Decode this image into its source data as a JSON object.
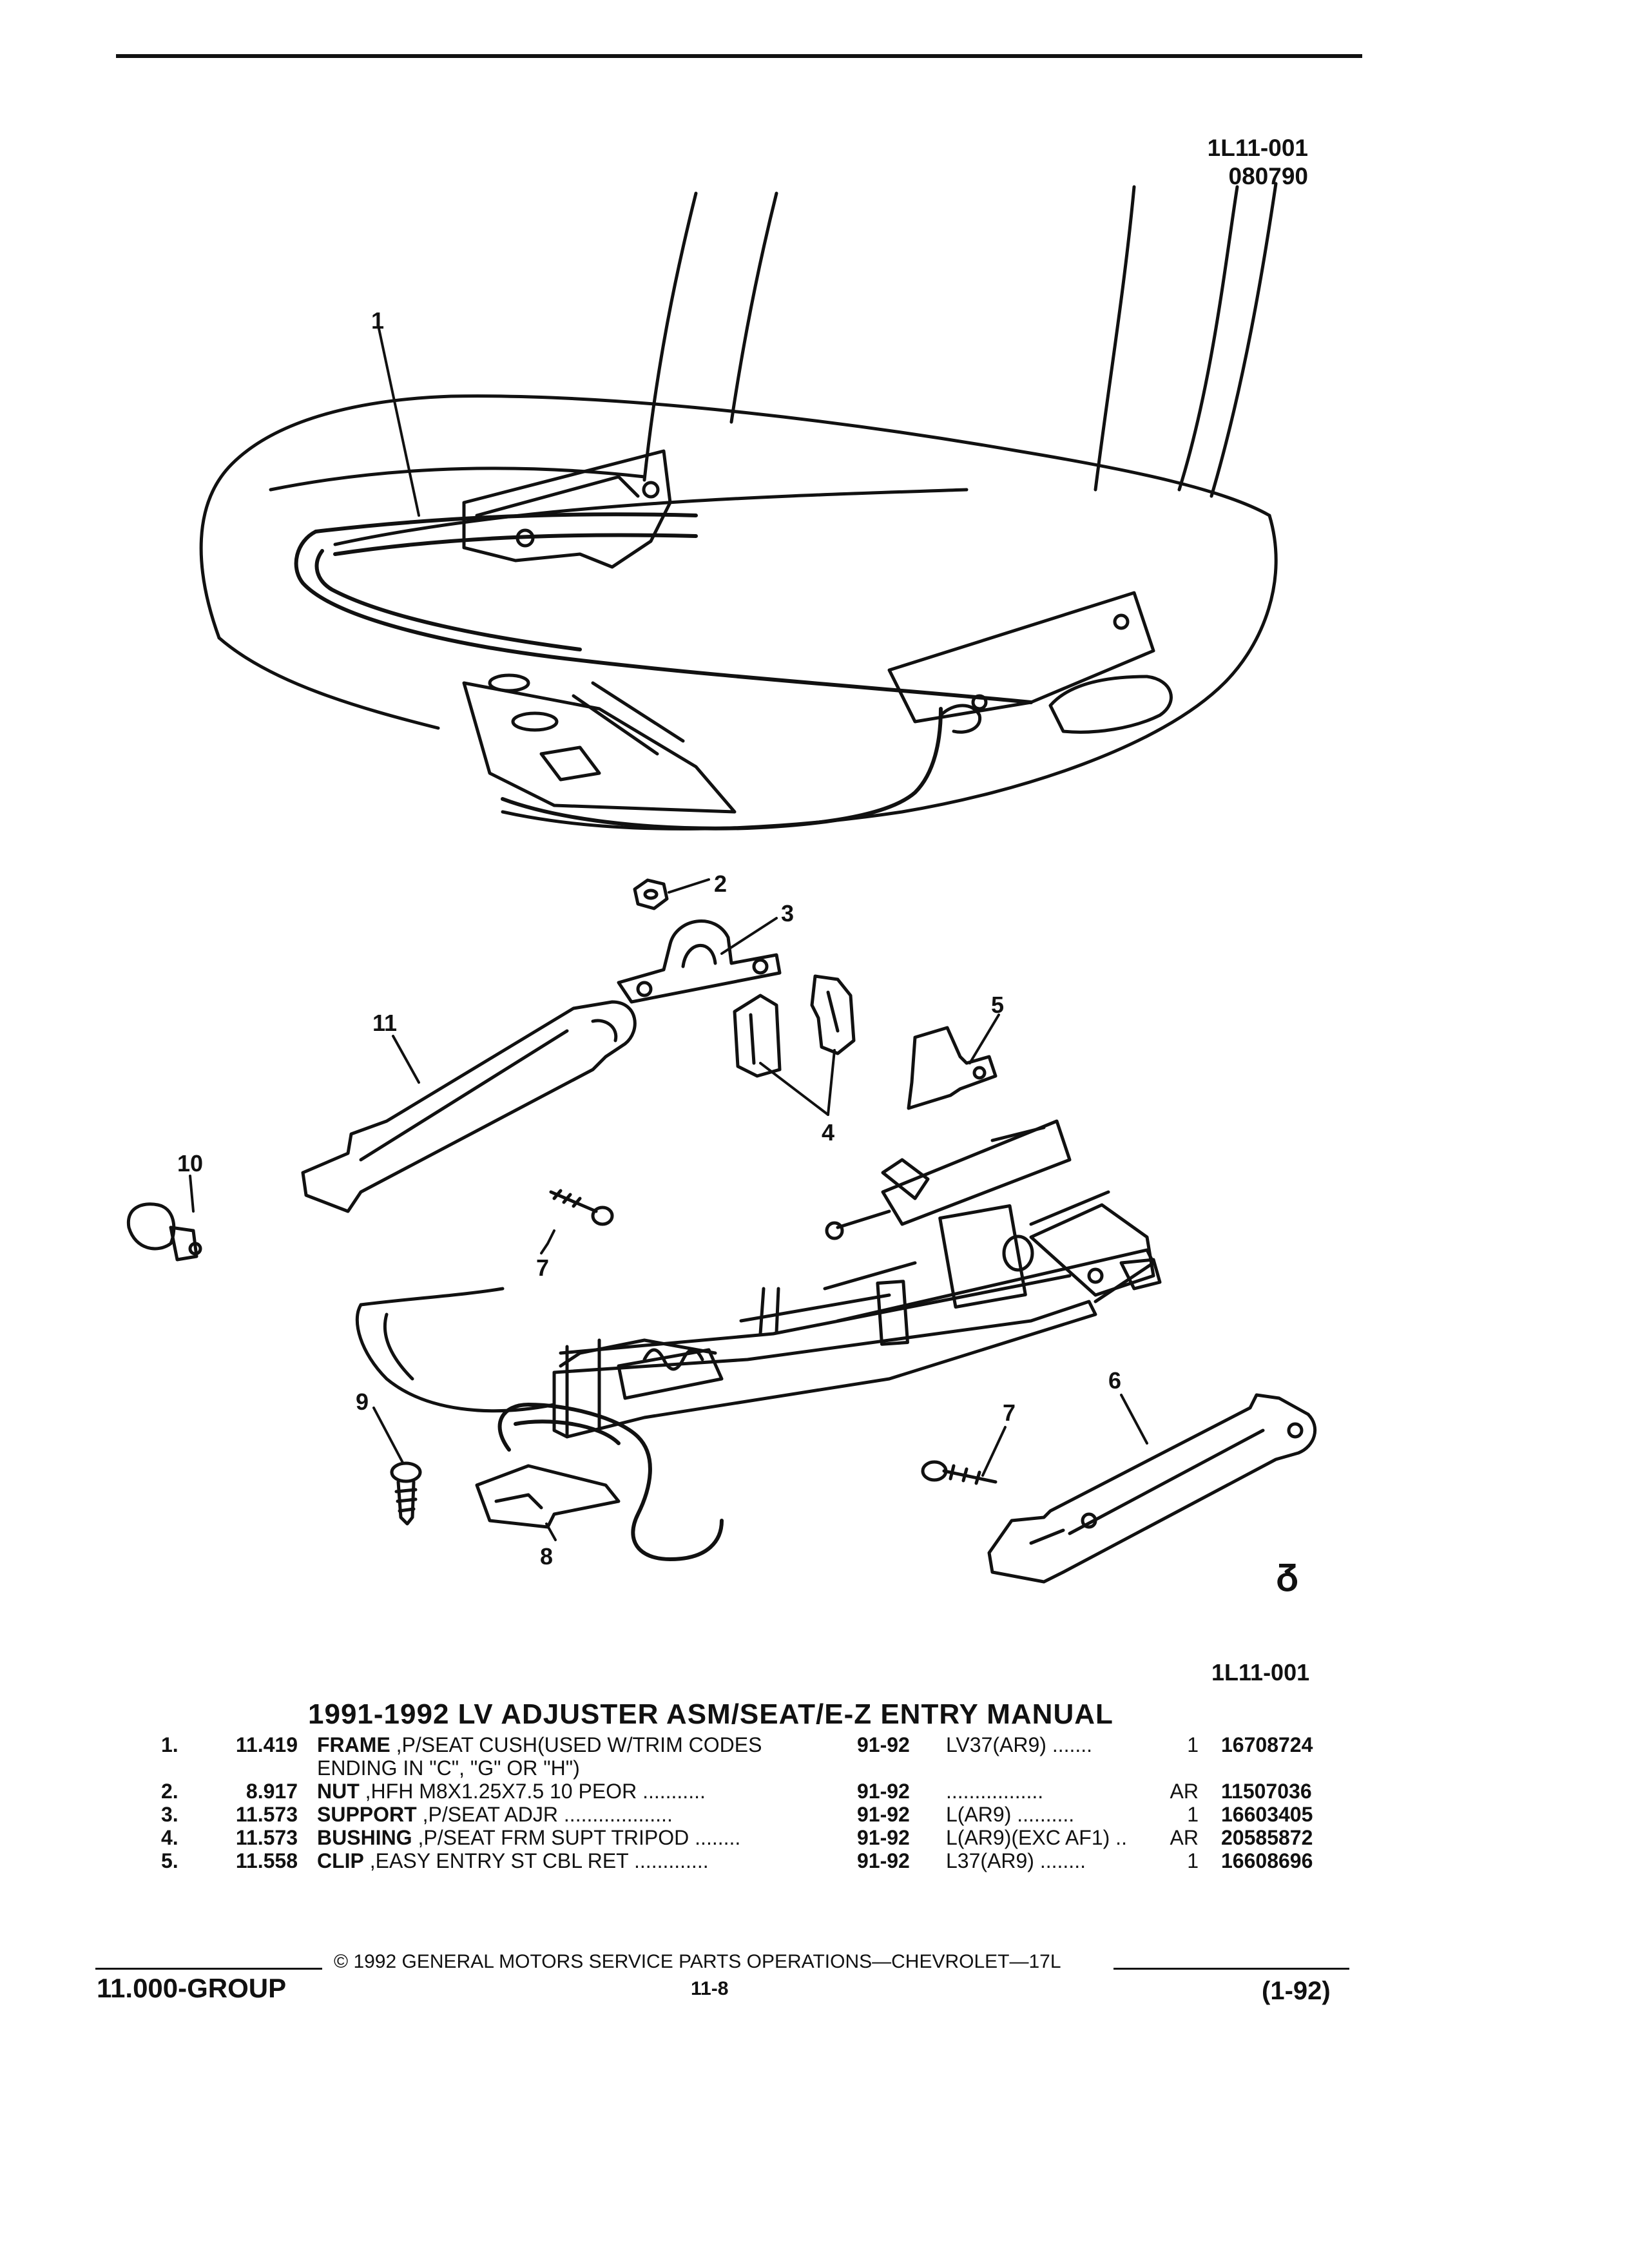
{
  "header": {
    "ref_code": "1L11-001",
    "ref_date": "080790"
  },
  "illustration": {
    "ref_code_bottom": "1L11-001",
    "sheet_mark": "ᵹ",
    "callouts": [
      "1",
      "2",
      "3",
      "4",
      "5",
      "6",
      "7",
      "7",
      "8",
      "9",
      "10",
      "11"
    ]
  },
  "parts_list": {
    "title": "1991-1992 LV ADJUSTER ASM/SEAT/E-Z ENTRY MANUAL",
    "rows": [
      {
        "no": "1.",
        "group": "11.419",
        "name": "FRAME",
        "desc": " ,P/SEAT CUSH(USED W/TRIM CODES",
        "years": "91-92",
        "usage": "LV37(AR9) .......",
        "qty": "1",
        "part": "16708724",
        "cont": "ENDING IN \"C\", \"G\" OR \"H\")"
      },
      {
        "no": "2.",
        "group": "8.917",
        "name": "NUT",
        "desc": " ,HFH M8X1.25X7.5 10 PEOR  ...........",
        "years": "91-92",
        "usage": ".................",
        "qty": "AR",
        "part": "11507036"
      },
      {
        "no": "3.",
        "group": "11.573",
        "name": "SUPPORT",
        "desc": " ,P/SEAT ADJR  ...................",
        "years": "91-92",
        "usage": "L(AR9)  ..........",
        "qty": "1",
        "part": "16603405"
      },
      {
        "no": "4.",
        "group": "11.573",
        "name": "BUSHING",
        "desc": " ,P/SEAT FRM SUPT TRIPOD  ........",
        "years": "91-92",
        "usage": "L(AR9)(EXC AF1) ..",
        "qty": "AR",
        "part": "20585872"
      },
      {
        "no": "5.",
        "group": "11.558",
        "name": "CLIP",
        "desc": " ,EASY ENTRY ST CBL RET  .............",
        "years": "91-92",
        "usage": "L37(AR9)  ........",
        "qty": "1",
        "part": "16608696"
      }
    ]
  },
  "footer": {
    "copyright": "© 1992 GENERAL MOTORS SERVICE PARTS OPERATIONS—CHEVROLET—17L",
    "group": "11.000-GROUP",
    "page": "11-8",
    "date_code": "(1-92)"
  }
}
